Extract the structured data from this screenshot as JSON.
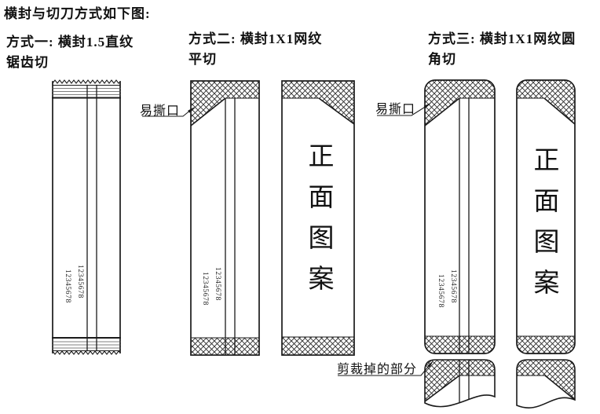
{
  "title": "横封与切刀方式如下图:",
  "methods": [
    {
      "id": "method-1",
      "title_line1": "方式一: 横封1.5直纹",
      "title_line2": "锯齿切"
    },
    {
      "id": "method-2",
      "title_line1": "方式二: 横封1X1网纹",
      "title_line2": "平切"
    },
    {
      "id": "method-3",
      "title_line1": "方式三: 横封1X1网纹圆",
      "title_line2": "角切"
    }
  ],
  "labels": {
    "easy_tear_1": "易撕口",
    "easy_tear_2": "易撕口",
    "trimmed_part": "剪裁掉的部分"
  },
  "package_text": {
    "serial": "12345678",
    "front_art": "正面图案"
  },
  "icons": {
    "hatch_pattern": "crosshatch-seal-texture",
    "arrow": "leader-arrowhead"
  },
  "colors": {
    "line": "#1a1a1a",
    "hatch": "#2b2b2b",
    "background": "#ffffff"
  }
}
